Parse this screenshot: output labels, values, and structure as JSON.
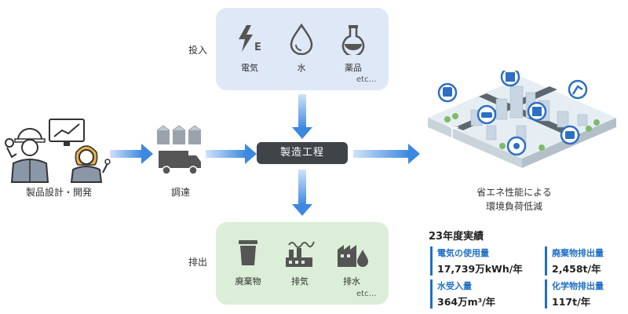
{
  "people": {
    "label": "製品設計・開発"
  },
  "procurement": {
    "label": "調達"
  },
  "inputs": {
    "label": "投入",
    "items": [
      {
        "label": "電気",
        "icon": "electricity-icon"
      },
      {
        "label": "水",
        "icon": "water-drop-icon"
      },
      {
        "label": "薬品",
        "icon": "chemical-flask-icon"
      }
    ],
    "etc": "etc…"
  },
  "process": {
    "label": "製造工程"
  },
  "outputs": {
    "label": "排出",
    "items": [
      {
        "label": "廃棄物",
        "icon": "trash-can-icon"
      },
      {
        "label": "排気",
        "icon": "exhaust-icon"
      },
      {
        "label": "排水",
        "icon": "wastewater-icon"
      }
    ],
    "etc": "etc…"
  },
  "city": {
    "caption_line1": "省エネ性能による",
    "caption_line2": "環境負荷低減"
  },
  "results": {
    "title": "23年度実績",
    "items": [
      {
        "label": "電気の使用量",
        "value": "17,739万kWh/年"
      },
      {
        "label": "廃棄物排出量",
        "value": "2,458t/年"
      },
      {
        "label": "水受入量",
        "value": "364万m³/年"
      },
      {
        "label": "化学物排出量",
        "value": "117t/年"
      }
    ]
  },
  "colors": {
    "arrow": "#4a90e0",
    "result_accent": "#1f6fc5",
    "input_bg": "#dfe8f7",
    "output_bg": "#dbeed7",
    "process_bg": "#3f4448"
  }
}
